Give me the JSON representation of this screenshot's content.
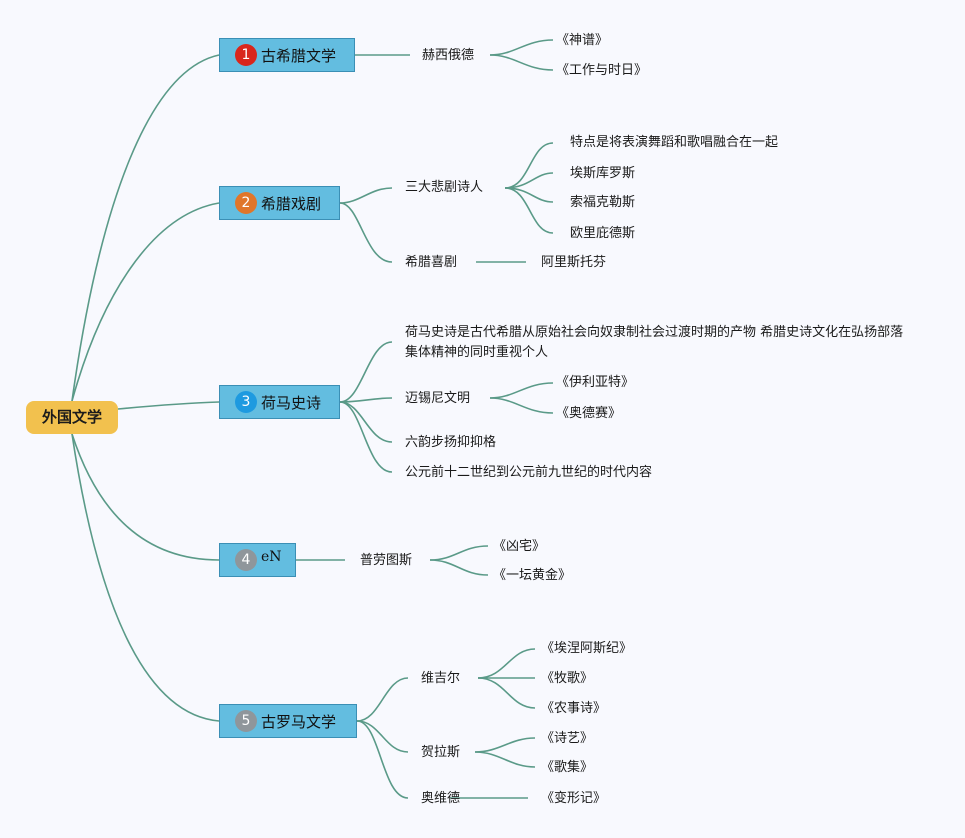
{
  "root": {
    "label": "外国文学"
  },
  "branches": [
    {
      "num": "1",
      "label": "古希腊文学",
      "color": "#d9261c",
      "children": [
        {
          "label": "赫西俄德",
          "children": [
            {
              "label": "《神谱》"
            },
            {
              "label": "《工作与时日》"
            }
          ]
        }
      ]
    },
    {
      "num": "2",
      "label": "希腊戏剧",
      "color": "#e0762a",
      "children": [
        {
          "label": "三大悲剧诗人",
          "children": [
            {
              "label": "特点是将表演舞蹈和歌唱融合在一起"
            },
            {
              "label": "埃斯库罗斯"
            },
            {
              "label": "索福克勒斯"
            },
            {
              "label": "欧里庇德斯"
            }
          ]
        },
        {
          "label": "希腊喜剧",
          "children": [
            {
              "label": "阿里斯托芬"
            }
          ]
        }
      ]
    },
    {
      "num": "3",
      "label": "荷马史诗",
      "color": "#1e9ae0",
      "children": [
        {
          "label": "荷马史诗是古代希腊从原始社会向奴隶制社会过渡时期的产物 希腊史诗文化在弘扬部落集体精神的同时重视个人",
          "children": []
        },
        {
          "label": "迈锡尼文明",
          "children": [
            {
              "label": "《伊利亚特》"
            },
            {
              "label": "《奥德赛》"
            }
          ]
        },
        {
          "label": "六韵步扬抑抑格",
          "children": []
        },
        {
          "label": "公元前十二世纪到公元前九世纪的时代内容",
          "children": []
        }
      ]
    },
    {
      "num": "4",
      "label": "eN",
      "color": "#8f969b",
      "children": [
        {
          "label": "普劳图斯",
          "children": [
            {
              "label": "《凶宅》"
            },
            {
              "label": "《一坛黄金》"
            }
          ]
        }
      ]
    },
    {
      "num": "5",
      "label": "古罗马文学",
      "color": "#8f969b",
      "children": [
        {
          "label": "维吉尔",
          "children": [
            {
              "label": "《埃涅阿斯纪》"
            },
            {
              "label": "《牧歌》"
            },
            {
              "label": "《农事诗》"
            }
          ]
        },
        {
          "label": "贺拉斯",
          "children": [
            {
              "label": "《诗艺》"
            },
            {
              "label": "《歌集》"
            }
          ]
        },
        {
          "label": "奥维德",
          "children": [
            {
              "label": "《变形记》"
            }
          ]
        }
      ]
    }
  ]
}
